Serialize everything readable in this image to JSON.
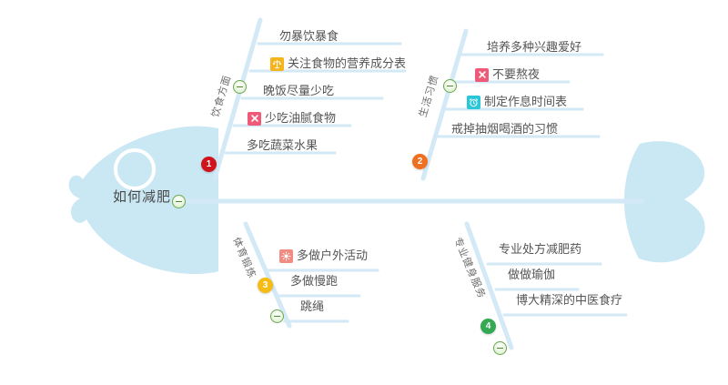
{
  "diagram": {
    "type": "fishbone",
    "center_topic": "如何减肥",
    "colors": {
      "bone": "#d3e9f5",
      "fish_body": "#cae7f4",
      "text": "#555555",
      "center_text": "#4a4a4a",
      "category_text": "#6d6d6d",
      "badge_1": "#d0141e",
      "badge_2": "#f07022",
      "badge_3": "#f5bc16",
      "badge_4": "#35a853",
      "toggle_green": "#6aa84f",
      "icon_scales": "#f5b31c",
      "icon_x": "#ef5a78",
      "icon_clock": "#2bc7d8",
      "icon_sun": "#f08c82"
    },
    "branches": [
      {
        "number": "1",
        "label": "饮食方面",
        "position": "top-left",
        "badge_color": "#d0141e",
        "topics": [
          {
            "text": "勿暴饮暴食",
            "icon": null
          },
          {
            "text": "关注食物的营养成分表",
            "icon": "scales-icon"
          },
          {
            "text": "晚饭尽量少吃",
            "icon": null
          },
          {
            "text": "少吃油腻食物",
            "icon": "x-mark-icon"
          },
          {
            "text": "多吃蔬菜水果",
            "icon": null
          }
        ]
      },
      {
        "number": "2",
        "label": "生活习惯",
        "position": "top-right",
        "badge_color": "#f07022",
        "topics": [
          {
            "text": "培养多种兴趣爱好",
            "icon": null
          },
          {
            "text": "不要熬夜",
            "icon": "x-mark-icon"
          },
          {
            "text": "制定作息时间表",
            "icon": "clock-icon"
          },
          {
            "text": "戒掉抽烟喝酒的习惯",
            "icon": null
          }
        ]
      },
      {
        "number": "3",
        "label": "体育锻炼",
        "position": "bottom-left",
        "badge_color": "#f5bc16",
        "topics": [
          {
            "text": "多做户外活动",
            "icon": "sun-icon"
          },
          {
            "text": "多做慢跑",
            "icon": null
          },
          {
            "text": "跳绳",
            "icon": null
          }
        ]
      },
      {
        "number": "4",
        "label": "专业健身服务",
        "position": "bottom-right",
        "badge_color": "#35a853",
        "topics": [
          {
            "text": "专业处方减肥药",
            "icon": null
          },
          {
            "text": "做做瑜伽",
            "icon": null
          },
          {
            "text": "博大精深的中医食疗",
            "icon": null
          }
        ]
      }
    ]
  }
}
